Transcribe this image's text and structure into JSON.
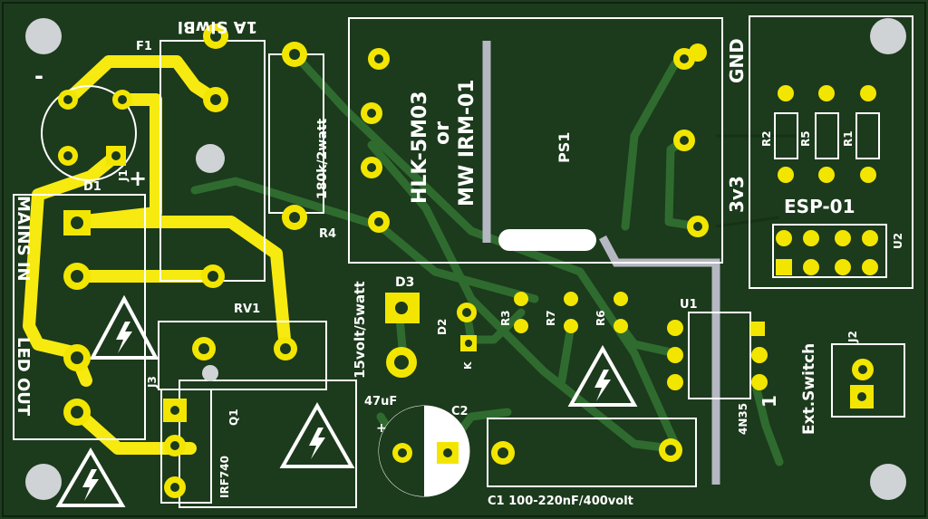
{
  "colors": {
    "board": "#1f3b1f",
    "copper": "#2a5a2a",
    "pad": "#f2e600",
    "trace": "#f6ea10",
    "silk": "#ffffff",
    "hole": "#cfd3d6",
    "bus": "#b5b8c2"
  },
  "labels": {
    "fuse_rating": "1A SlwBl",
    "fuse_ref": "F1",
    "minus": "-",
    "plus": "+",
    "d1": "D1",
    "j1": "J1",
    "mains_in": "MAINS IN",
    "led_out": "LED OUT",
    "rv1": "RV1",
    "r4": "R4",
    "r4_value": "180k/2watt",
    "module": "HLK-5M03",
    "or": "or",
    "module_alt": "MW IRM-01",
    "ps1": "PS1",
    "gnd": "GND",
    "v33": "3v3",
    "r2": "R2",
    "r5": "R5",
    "r1": "R1",
    "esp": "ESP-01",
    "u2": "U2",
    "d3": "D3",
    "zener": "15volt/5watt",
    "d2": "D2",
    "k": "K",
    "r3": "R3",
    "r7": "R7",
    "r6": "R6",
    "u1": "U1",
    "u1_part": "4N35",
    "pin1": "1",
    "j2": "J2",
    "ext_switch": "Ext.Switch",
    "cap_value": "47uF",
    "c2": "C2",
    "cap_plus": "+",
    "q1": "Q1",
    "q1_part": "IRF740",
    "j3": "J3",
    "c1": "C1 100-220nF/400volt"
  }
}
